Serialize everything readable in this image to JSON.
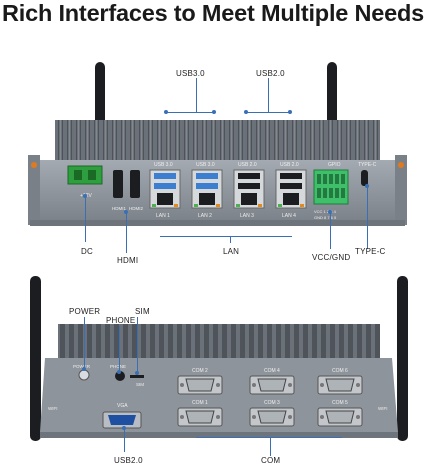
{
  "title": "Rich Interfaces to Meet Multiple Needs",
  "top_panel": {
    "callouts": {
      "usb30": "USB3.0",
      "usb20": "USB2.0",
      "dc": "DC",
      "hdmi": "HDMI",
      "lan": "LAN",
      "vcc_gnd": "VCC/GND",
      "type_c": "TYPE-C"
    },
    "silk": {
      "dc_label": "+12V",
      "hdmi1": "HDMI1",
      "hdmi2": "HDMI2",
      "usb_ports": [
        "USB 3.0",
        "USB 3.0",
        "USB 2.0",
        "USB 2.0"
      ],
      "lan_ports": [
        "LAN 1",
        "LAN 2",
        "LAN 3",
        "LAN 4"
      ],
      "gpio": "GPIO",
      "type_c": "TYPE-C",
      "gpio_row1": "VCC 1 2 3 4",
      "gpio_row2": "GND 8 7 6 5"
    }
  },
  "bottom_panel": {
    "callouts": {
      "power": "POWER",
      "phone": "PHONE",
      "sim": "SIM",
      "usb20": "USB2.0",
      "com": "COM"
    },
    "silk": {
      "power": "POWER",
      "phone": "PHONE",
      "sim": "SIM",
      "vga": "VGA",
      "wifi_left": "WIFI",
      "wifi_right": "WIFI",
      "com_top": [
        "COM 2",
        "COM 4",
        "COM 6"
      ],
      "com_bottom": [
        "COM 1",
        "COM 3",
        "COM 5"
      ]
    }
  },
  "colors": {
    "body": "#8e949b",
    "fins": "#5f656c",
    "line": "#3a6fb5",
    "gpio": "#3fbf6a",
    "dc_green": "#2e9e3e",
    "usb_blue": "#3c7fd0"
  }
}
